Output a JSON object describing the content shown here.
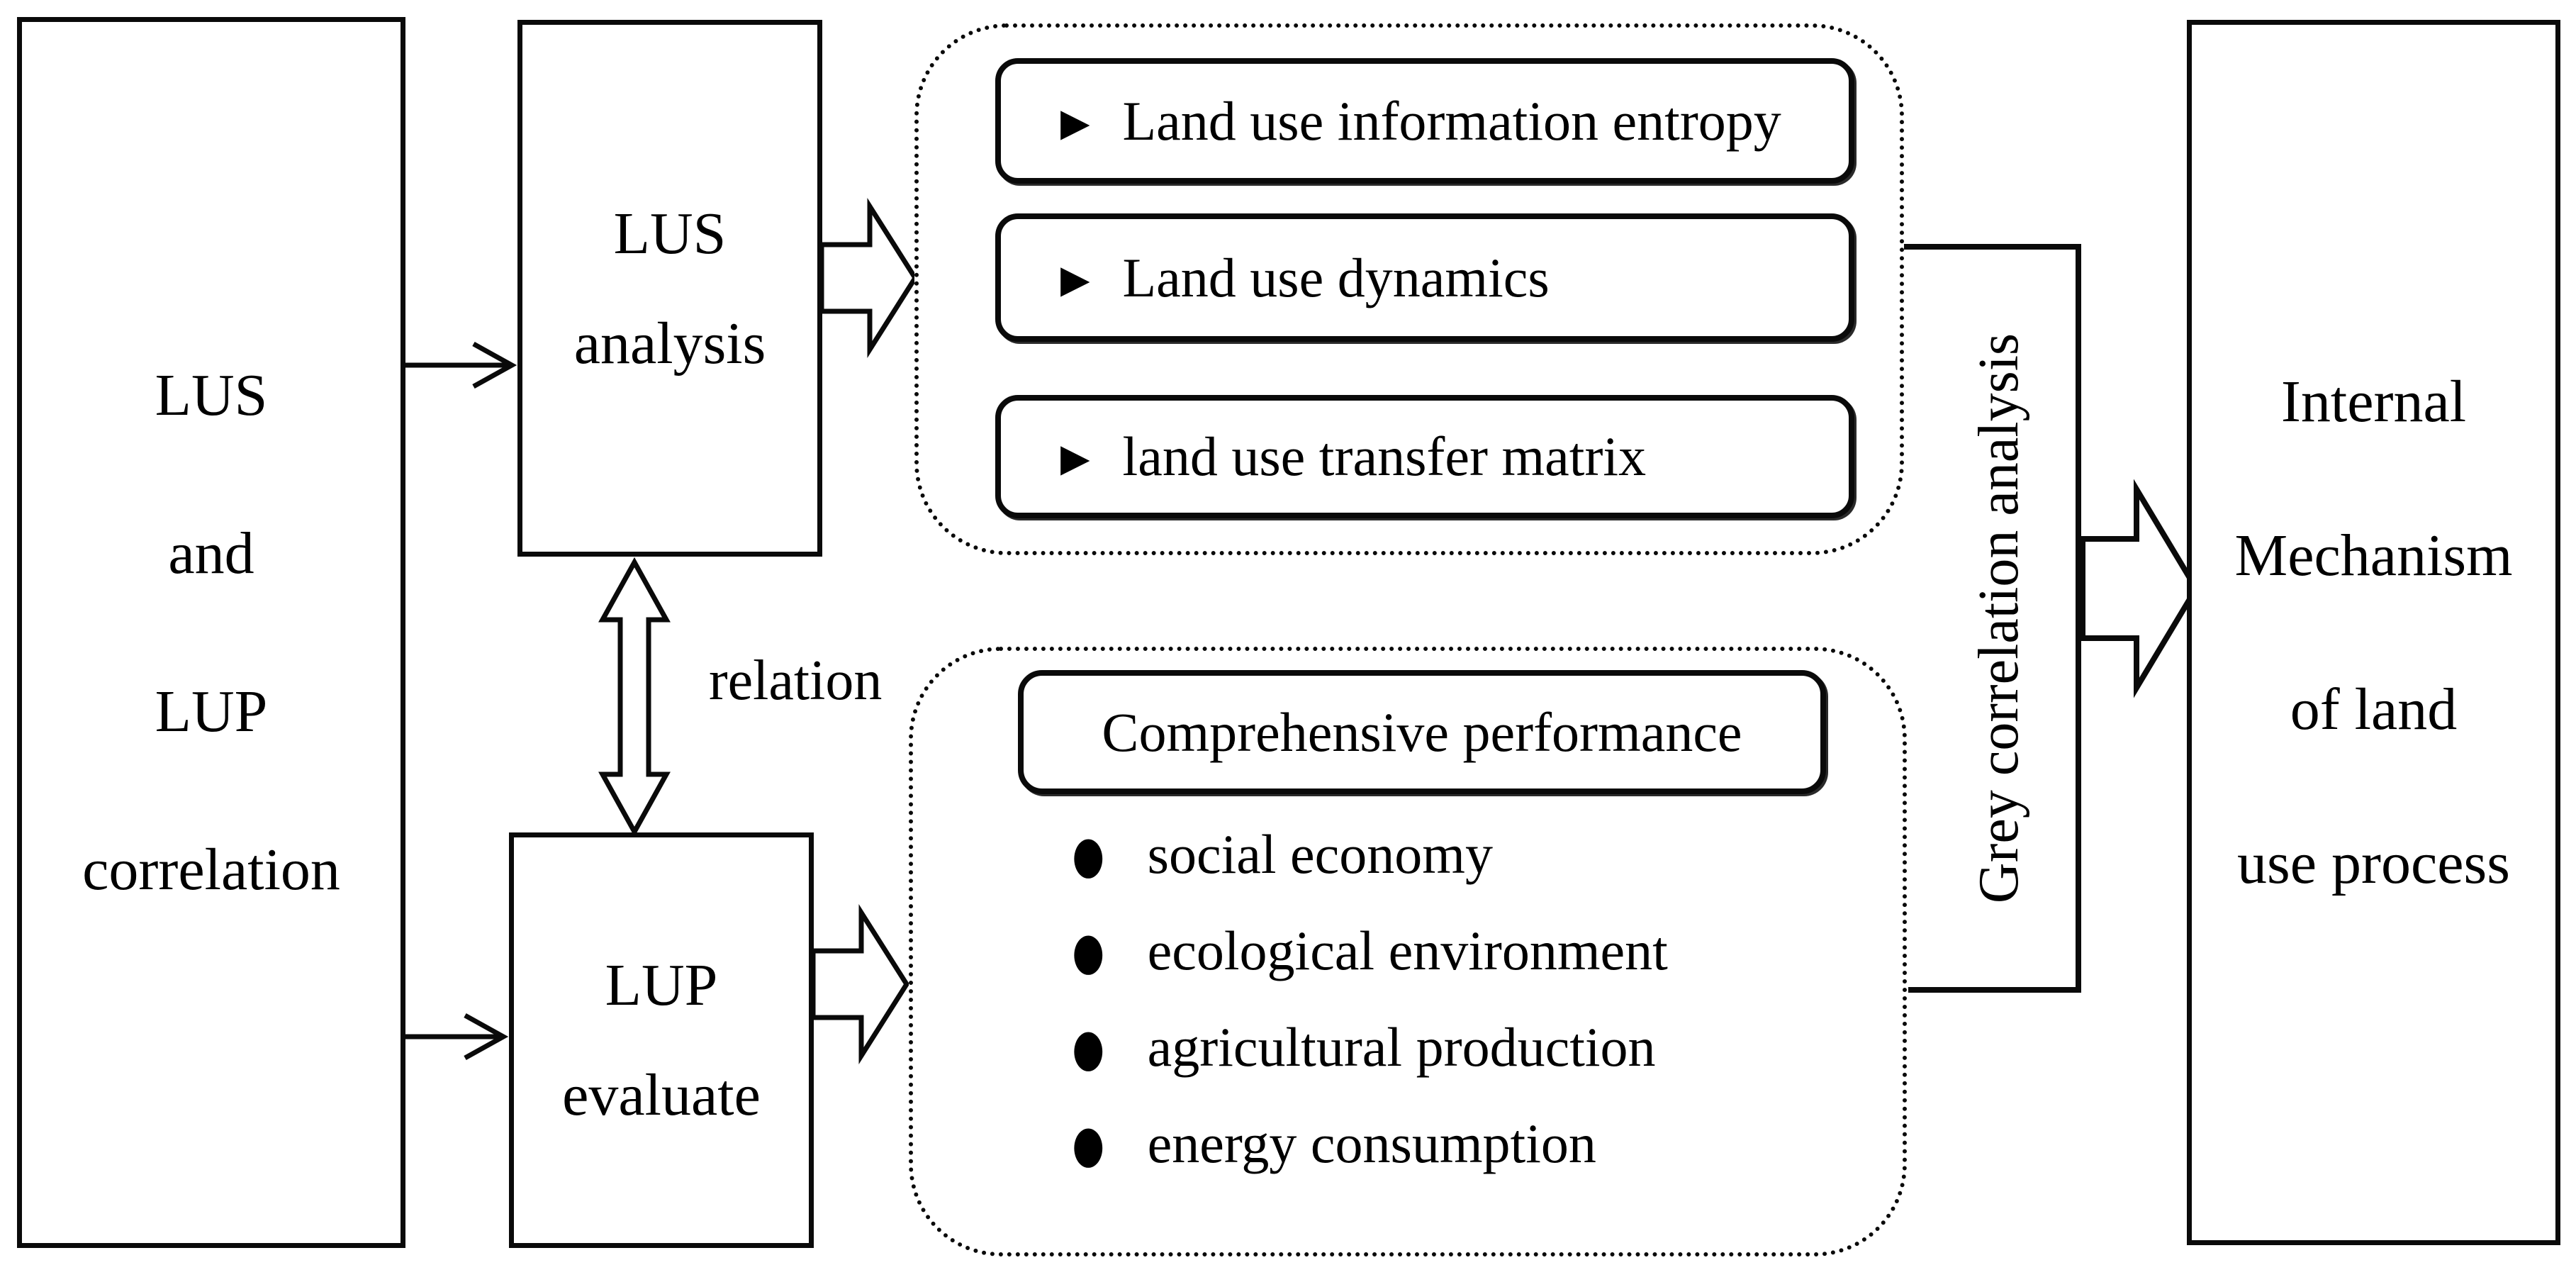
{
  "palette": {
    "ink": "#0a0a0a",
    "paper": "#ffffff"
  },
  "left_box": {
    "lines": [
      "LUS",
      "and",
      "LUP",
      "correlation"
    ]
  },
  "lus_analysis_box": {
    "lines": [
      "LUS",
      "analysis"
    ]
  },
  "lup_evaluate_box": {
    "lines": [
      "LUP",
      "evaluate"
    ]
  },
  "relation_label": "relation",
  "top_panel": {
    "items": [
      {
        "bullet": "▶",
        "label": "Land use information entropy"
      },
      {
        "bullet": "▶",
        "label": "Land use dynamics"
      },
      {
        "bullet": "▶",
        "label": "land use transfer matrix"
      }
    ]
  },
  "bottom_panel": {
    "title": "Comprehensive performance",
    "items": [
      {
        "bullet": "●",
        "label": "social economy"
      },
      {
        "bullet": "●",
        "label": "ecological environment"
      },
      {
        "bullet": "●",
        "label": "agricultural production"
      },
      {
        "bullet": "●",
        "label": "energy consumption"
      }
    ]
  },
  "grey_label": "Grey correlation analysis",
  "internal_box": {
    "lines": [
      "Internal",
      "Mechanism",
      "of land",
      "use process"
    ]
  }
}
